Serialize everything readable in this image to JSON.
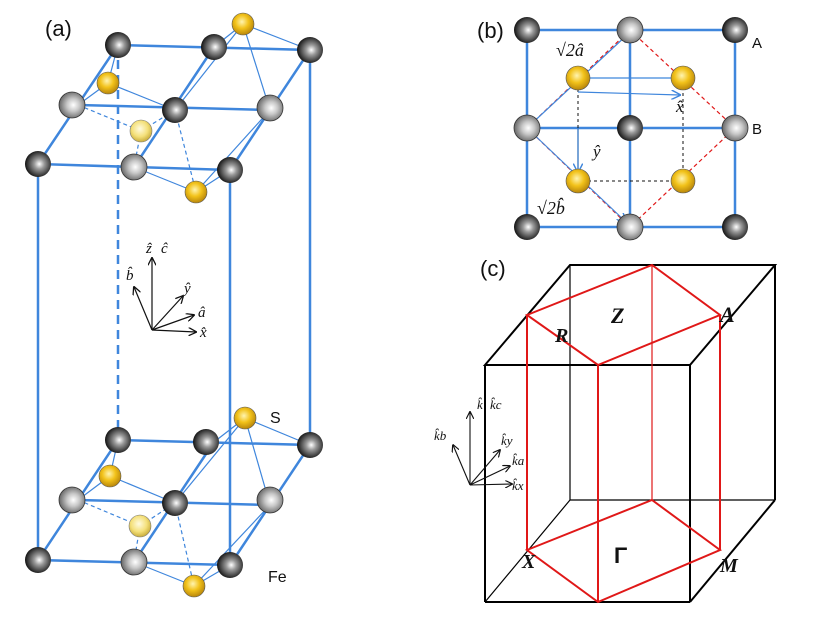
{
  "panel_a": {
    "label": "(a)",
    "atom_labels": {
      "s": "S",
      "fe": "Fe"
    },
    "axes": {
      "z": "ẑ",
      "c": "ĉ",
      "b": "b̂",
      "y": "ŷ",
      "a": "â",
      "x": "x̂"
    }
  },
  "panel_b": {
    "label": "(b)",
    "site_labels": {
      "a": "A",
      "b": "B"
    },
    "vector_labels": {
      "sqrt2a": "√2â",
      "sqrt2b": "√2b̂",
      "x": "x̂",
      "y": "ŷ"
    }
  },
  "panel_c": {
    "label": "(c)",
    "points": {
      "z": "Z",
      "a": "A",
      "r": "R",
      "gamma": "Γ",
      "x": "X",
      "m": "M"
    },
    "axes": {
      "kz": "k̂",
      "kc": "k̂c",
      "kb": "k̂b",
      "ky": "k̂y",
      "ka": "k̂a",
      "kx": "k̂x"
    }
  },
  "colors": {
    "bond_blue": "#3f86dc",
    "bz_red": "#e01818",
    "fe_atom": "#1a1a1a",
    "fe_atom_gray": "#9a9a9a",
    "s_atom": "#f2c21a",
    "s_atom_pale": "#f4e07a",
    "edge_black": "#000000"
  }
}
